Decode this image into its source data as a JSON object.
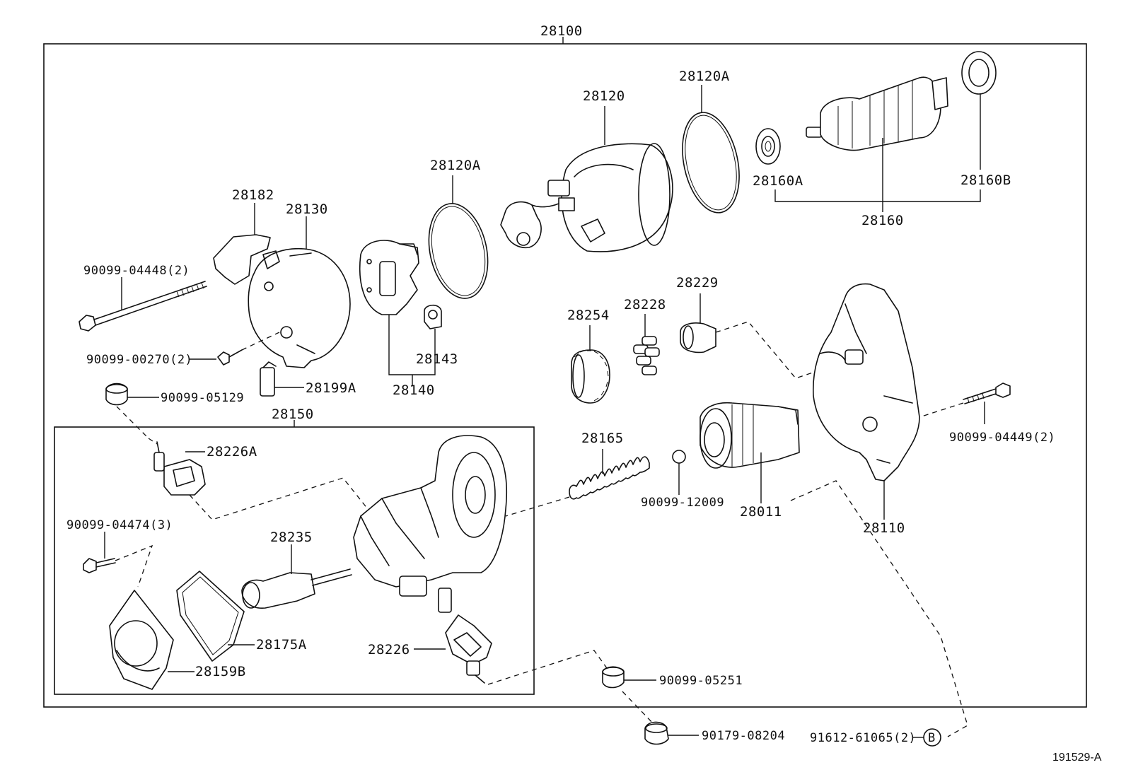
{
  "diagram": {
    "reference_code": "191529-A",
    "assembly_label": "28100",
    "subassembly_label": "28150",
    "circle_marker": "B",
    "parts": {
      "p28120": "28120",
      "p28120a_right": "28120A",
      "p28120a_left": "28120A",
      "p28160a": "28160A",
      "p28160b": "28160B",
      "p28160": "28160",
      "p28182": "28182",
      "p28130": "28130",
      "p90099_04448": "90099-04448(2)",
      "p90099_00270": "90099-00270(2)",
      "p28199a": "28199A",
      "p90099_05129": "90099-05129",
      "p28143": "28143",
      "p28140": "28140",
      "p28254": "28254",
      "p28228": "28228",
      "p28229": "28229",
      "p28226a": "28226A",
      "p28165": "28165",
      "p90099_12009": "90099-12009",
      "p28011": "28011",
      "p28110": "28110",
      "p90099_04449": "90099-04449(2)",
      "p90099_04474": "90099-04474(3)",
      "p28235": "28235",
      "p28175a": "28175A",
      "p28159b": "28159B",
      "p28226": "28226",
      "p90099_05251": "90099-05251",
      "p90179_08204": "90179-08204",
      "p91612_61065": "91612-61065(2)"
    }
  }
}
